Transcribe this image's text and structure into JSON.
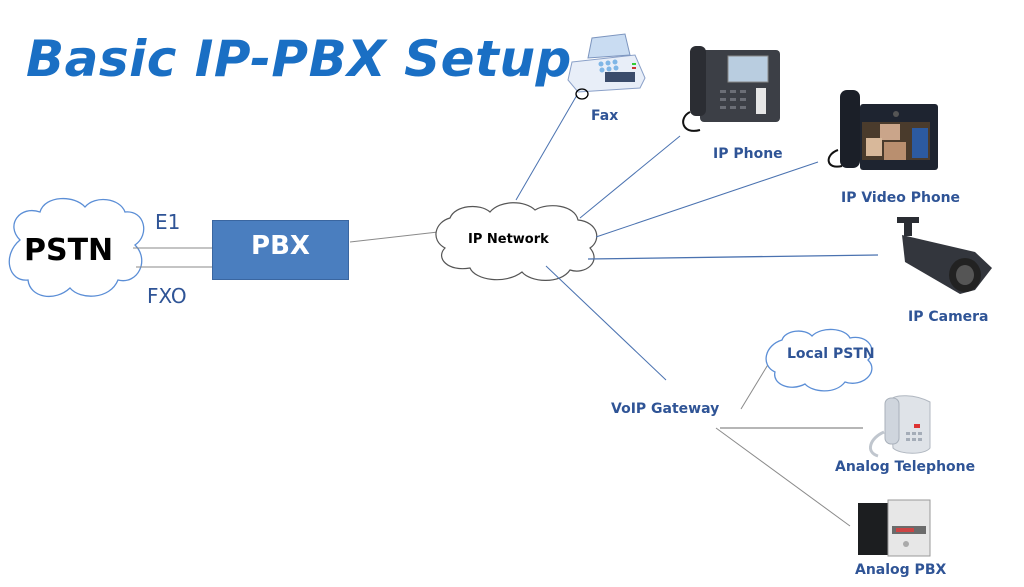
{
  "title": "Basic IP-PBX Setup",
  "nodes": {
    "pstn": "PSTN",
    "pbx": "PBX",
    "ip_network": "IP Network",
    "fax": "Fax",
    "ip_phone": "IP Phone",
    "ip_video_phone": "IP Video Phone",
    "ip_camera": "IP Camera",
    "local_pstn": "Local PSTN",
    "voip_gateway": "VoIP Gateway",
    "analog_telephone": "Analog Telephone",
    "analog_pbx": "Analog PBX"
  },
  "links": {
    "e1": "E1",
    "fxo": "FXO"
  },
  "colors": {
    "title": "#1a6fc4",
    "label": "#2f5496",
    "pbx_box": "#4a7ebf",
    "network_link": "#4a72b0",
    "analog_link": "#8a8a8a"
  }
}
